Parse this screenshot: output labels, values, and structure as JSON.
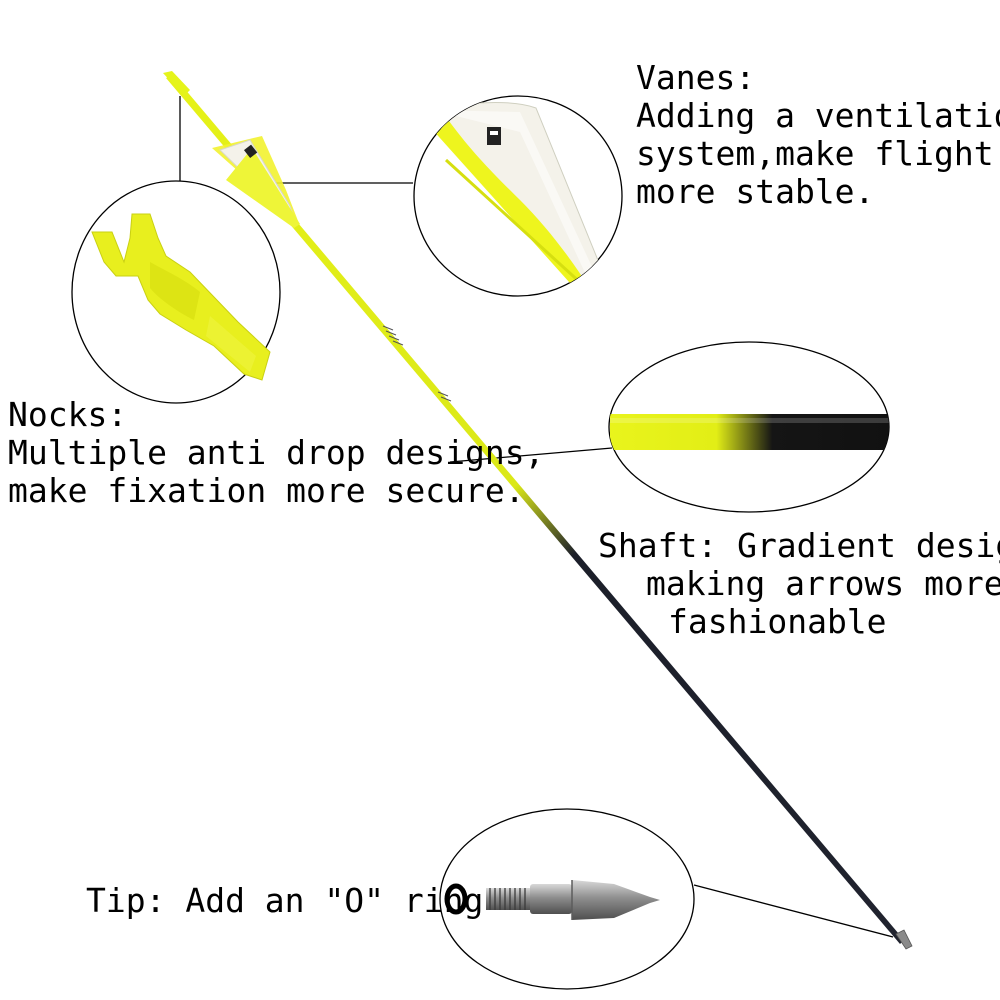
{
  "colors": {
    "shaft_yellow": "#e4f214",
    "shaft_black": "#1c1f2a",
    "vane_white": "#f4f2ea",
    "vane_yellow": "#f0f51e",
    "metal": "#9a9a9a",
    "line": "#000000"
  },
  "callouts": {
    "vanes": {
      "title": "Vanes:",
      "lines": [
        "Adding a ventilation",
        "system,make flight",
        "more stable."
      ]
    },
    "nocks": {
      "title": "Nocks:",
      "lines": [
        "Multiple anti drop designs,",
        "make fixation more secure."
      ]
    },
    "shaft": {
      "lines": [
        "Shaft: Gradient design,",
        "making arrows more",
        "fashionable"
      ]
    },
    "tip": {
      "lines": [
        "Tip: Add an \"O\" ring"
      ]
    }
  },
  "icons": {
    "nock": "arrow-nock-icon",
    "vane": "arrow-vane-icon",
    "shaft": "gradient-shaft-icon",
    "tip": "arrow-tip-icon",
    "o_ring": "o-ring-icon"
  }
}
